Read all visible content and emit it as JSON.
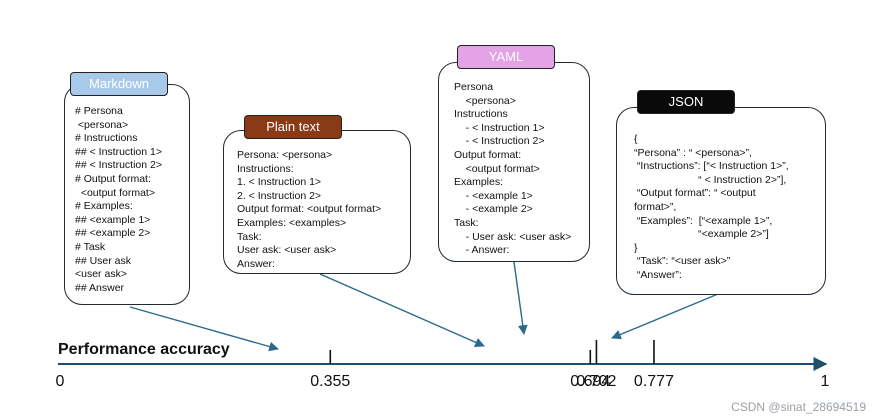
{
  "formats": {
    "markdown": {
      "tag": "Markdown",
      "tag_color": "#a9c9ea",
      "lines": [
        "# Persona",
        " <persona>",
        "# Instructions",
        "## < Instruction 1>",
        "## < Instruction 2>",
        "# Output format:",
        "  <output format>",
        "# Examples:",
        "## <example 1>",
        "## <example 2>",
        "# Task",
        "## User ask",
        "<user ask>",
        "## Answer"
      ]
    },
    "plain_text": {
      "tag": "Plain text",
      "tag_color": "#8b3a17",
      "lines": [
        "Persona: <persona>",
        "Instructions:",
        "1. < Instruction 1>",
        "2. < Instruction 2>",
        "Output format: <output format>",
        "Examples: <examples>",
        "Task:",
        "User ask: <user ask>",
        "Answer:"
      ]
    },
    "yaml": {
      "tag": "YAML",
      "tag_color": "#e3a3e6",
      "lines": [
        "Persona",
        "    <persona>",
        "Instructions",
        "    - < Instruction 1>",
        "    - < Instruction 2>",
        "Output format:",
        "    <output format>",
        "Examples:",
        "    - <example 1>",
        "    - <example 2>",
        "Task:",
        "    - User ask: <user ask>",
        "    - Answer:"
      ]
    },
    "json": {
      "tag": "JSON",
      "tag_color": "#0a0a0a",
      "lines": [
        "{",
        "“Persona” : “ <persona>”,",
        " “Instructions”: [“< Instruction 1>”,",
        "                      “ < Instruction 2>”],",
        " “Output format”: “ <output",
        "format>”,",
        " “Examples”:  [“<example 1>”,",
        "                      “<example 2>”]",
        "}",
        " “Task”: “<user ask>”",
        " “Answer”:"
      ]
    }
  },
  "axis": {
    "title": "Performance accuracy",
    "min_label": "0",
    "max_label": "1",
    "ticks": [
      {
        "value": 0.355,
        "label": "0.355",
        "format": "markdown"
      },
      {
        "value": 0.694,
        "label": "0.694",
        "format": "plain_text"
      },
      {
        "value": 0.702,
        "label": "0.702",
        "format": "yaml"
      },
      {
        "value": 0.777,
        "label": "0.777",
        "format": "json"
      }
    ]
  },
  "colors": {
    "arrow": "#2b6a8a",
    "axis": "#1f4f6b"
  },
  "watermark": "CSDN @sinat_28694519"
}
